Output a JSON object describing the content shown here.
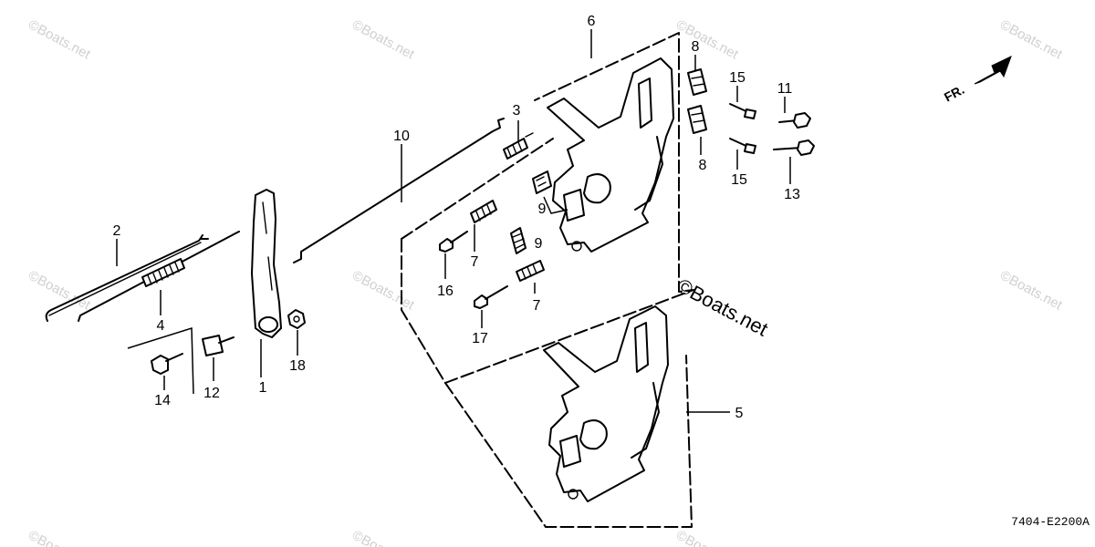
{
  "diagram": {
    "callouts": {
      "c1": "1",
      "c2": "2",
      "c3": "3",
      "c4": "4",
      "c5": "5",
      "c6": "6",
      "c7a": "7",
      "c7b": "7",
      "c8a": "8",
      "c8b": "8",
      "c9a": "9",
      "c9b": "9",
      "c10": "10",
      "c11": "11",
      "c12": "12",
      "c13": "13",
      "c14": "14",
      "c15a": "15",
      "c15b": "15",
      "c16": "16",
      "c17": "17",
      "c18": "18"
    },
    "direction_label": "FR.",
    "drawing_code": "7404-E2200A"
  },
  "watermarks": {
    "main": "©Boats.net",
    "faint": "©Boats.net"
  },
  "icons": [
    "front-direction-arrow-icon"
  ]
}
